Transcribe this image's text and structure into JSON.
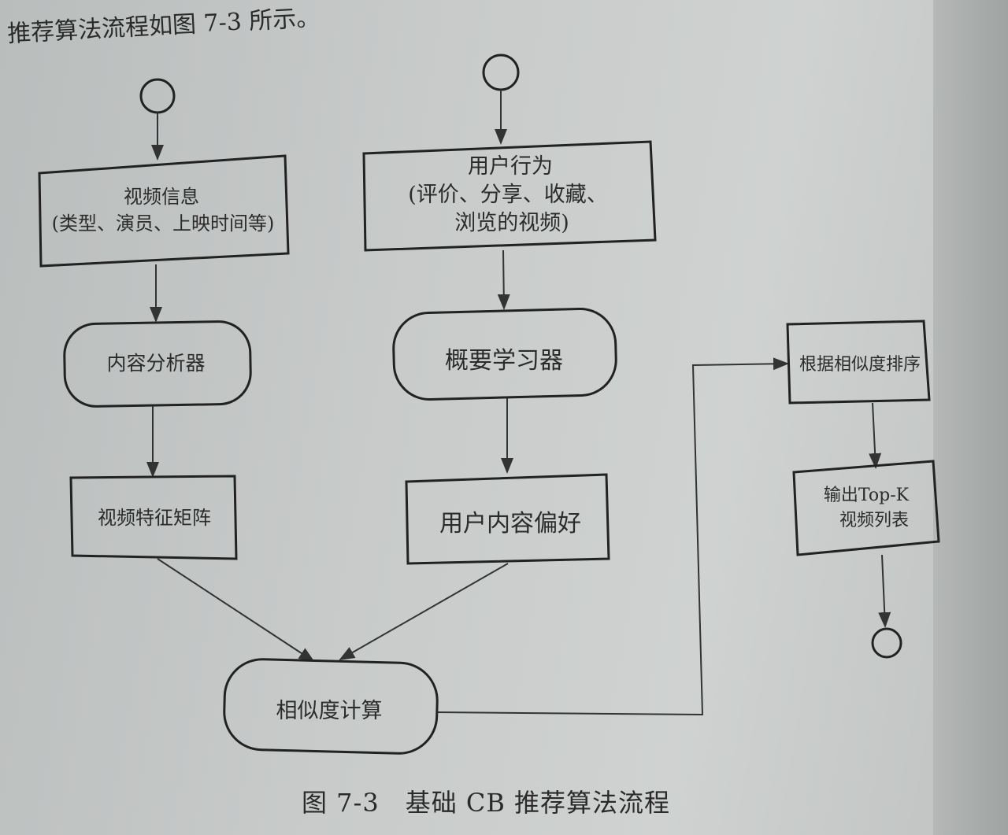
{
  "intro_text": "推荐算法流程如图 7-3 所示。",
  "nodes": {
    "video_info": {
      "line1": "视频信息",
      "line2": "(类型、演员、上映时间等)"
    },
    "user_behavior": {
      "line1": "用户行为",
      "line2": "(评价、分享、收藏、",
      "line3": "浏览的视频)"
    },
    "content_analyzer": "内容分析器",
    "profile_learner": "概要学习器",
    "video_feature_matrix": "视频特征矩阵",
    "user_content_preference": "用户内容偏好",
    "similarity_calc": "相似度计算",
    "sort_by_similarity": "根据相似度排序",
    "output_topk": {
      "line1": "输出Top-K",
      "line2": "视频列表"
    }
  },
  "caption": "图 7-3　基础 CB 推荐算法流程"
}
